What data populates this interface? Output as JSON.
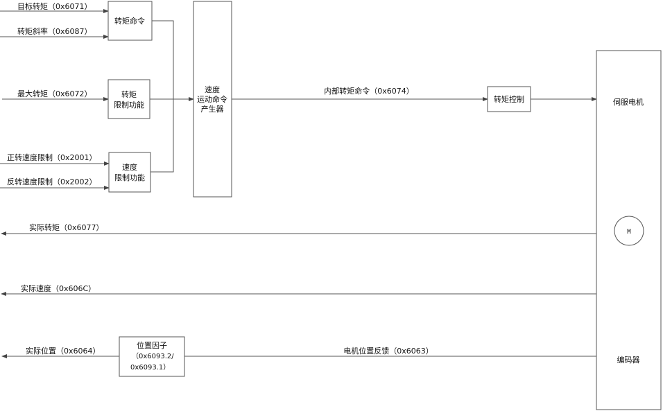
{
  "inputs": {
    "target_torque": "目标转矩（0x6071）",
    "torque_slope": "转矩斜率（0x6087）",
    "max_torque": "最大转矩（0x6072）",
    "fwd_speed_limit": "正转速度限制（0x2001）",
    "rev_speed_limit": "反转速度限制（0x2002）"
  },
  "blocks": {
    "torque_command": "转矩命令",
    "torque_limit": [
      "转矩",
      "限制功能"
    ],
    "speed_limit": [
      "速度",
      "限制功能"
    ],
    "generator": [
      "速度",
      "运动命令",
      "产生器"
    ],
    "torque_control": "转矩控制",
    "position_factor": [
      "位置因子",
      "（0x6093.2/",
      "0x6093.1）"
    ]
  },
  "signals": {
    "internal_torque": "内部转矩命令（0x6074）",
    "motor_position_feedback": "电机位置反馈（0x6063）"
  },
  "outputs": {
    "actual_torque": "实际转矩（0x6077）",
    "actual_speed": "实际速度（0x606C）",
    "actual_position": "实际位置（0x6064）"
  },
  "motor": {
    "title": "伺服电机",
    "symbol": "M",
    "encoder": "编码器"
  }
}
